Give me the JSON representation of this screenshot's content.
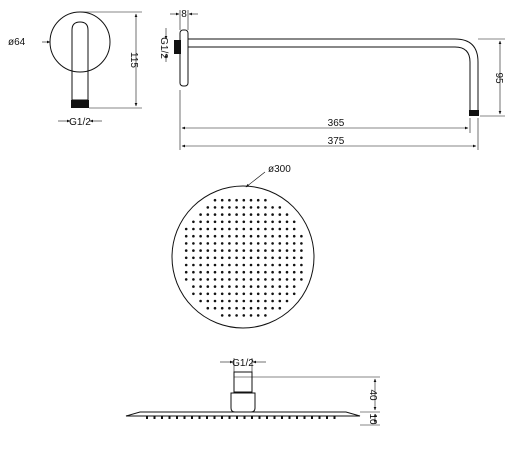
{
  "dims": {
    "wall_flange_diameter": "ø64",
    "arm_height_side": "115",
    "arm_thread_bottom": "G1/2",
    "flange_thickness": "8",
    "arm_thread_wall": "G1/2",
    "arm_drop": "95",
    "arm_reach_inner": "365",
    "arm_reach_total": "375",
    "head_diameter": "ø300",
    "head_thread": "G1/2",
    "connector_height": "40",
    "head_thickness": "10"
  }
}
